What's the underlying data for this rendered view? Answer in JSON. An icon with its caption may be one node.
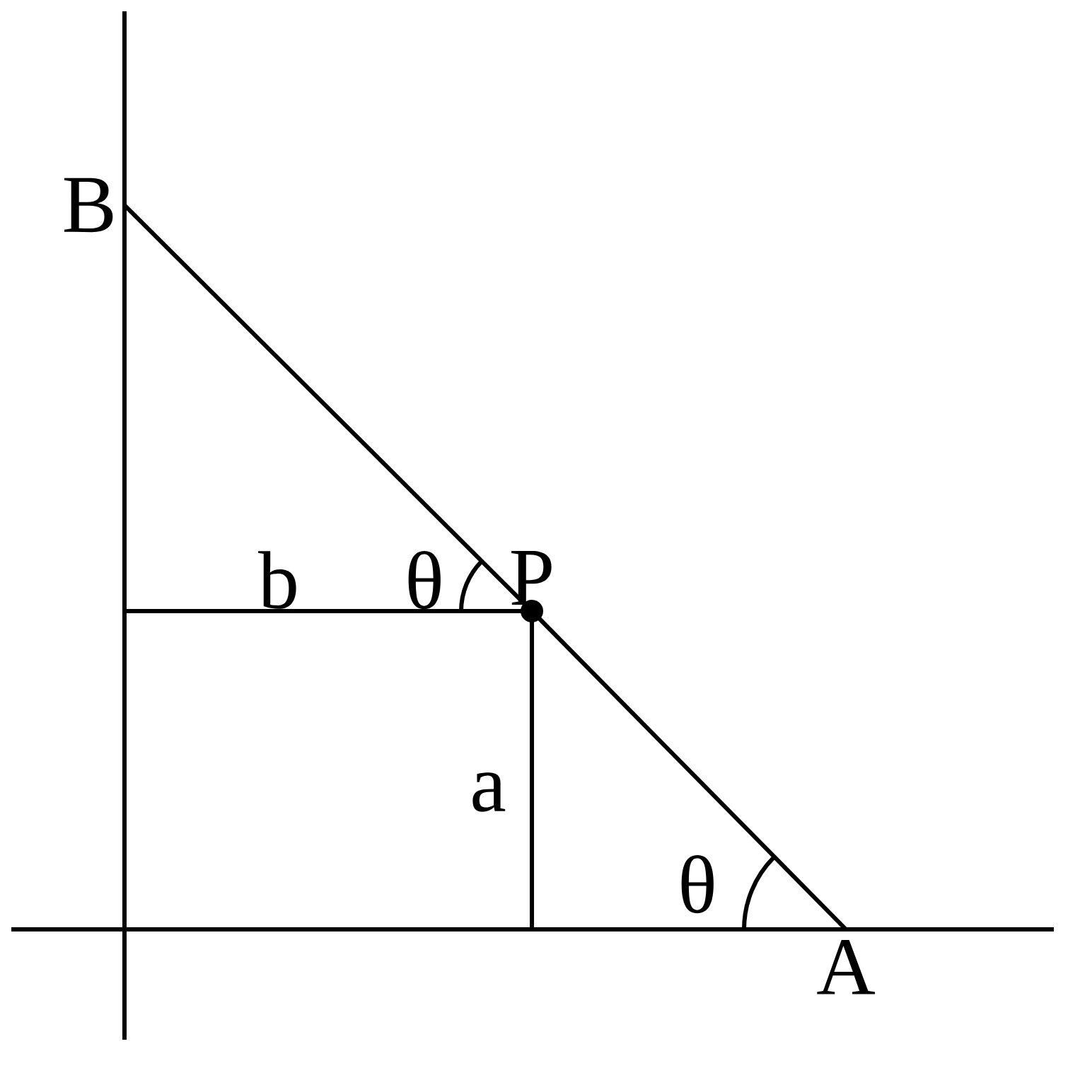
{
  "diagram": {
    "nodes": [
      {
        "text": [
          "B"
        ]
      },
      {
        "text": [
          "P"
        ]
      },
      {
        "text": [
          "A"
        ]
      }
    ],
    "edges": [
      {
        "from": 0,
        "to": 1,
        "arrow": "none"
      },
      {
        "from": 1,
        "to": 2,
        "arrow": "none"
      },
      {
        "from": 1,
        "to": null,
        "arrow": "none",
        "label": "b"
      },
      {
        "from": 1,
        "to": null,
        "arrow": "none",
        "label": "a"
      }
    ],
    "labels": [
      "θ",
      "θ"
    ]
  }
}
